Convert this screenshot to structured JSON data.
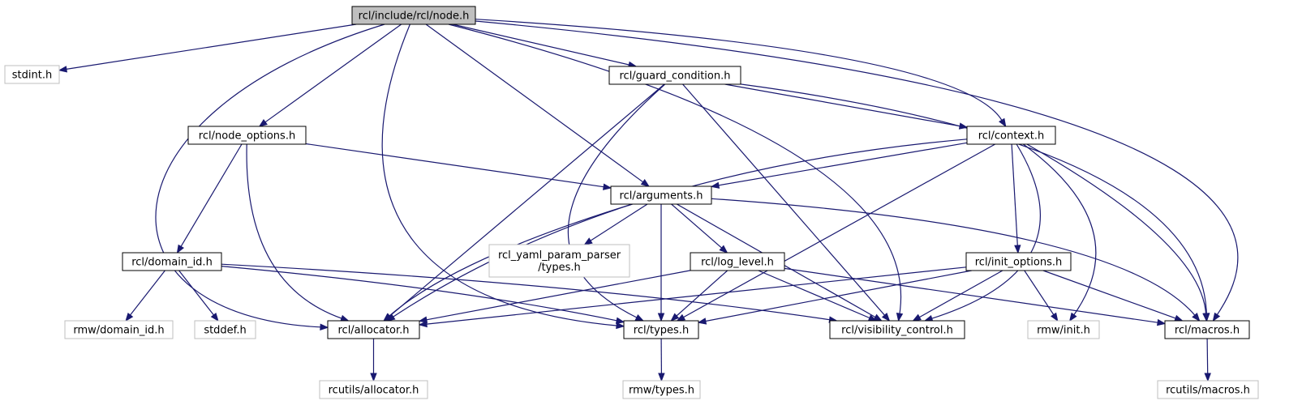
{
  "diagram": {
    "type": "include-dependency-graph",
    "colors": {
      "edge": "#191970",
      "focus_fill": "#bfbfbf",
      "node_border": "#000000",
      "external_border": "#bfbfbf",
      "external_text": "#666666"
    },
    "nodes": {
      "node_h": {
        "label": [
          "rcl/include/rcl/node.h"
        ],
        "style": "focus"
      },
      "stdint": {
        "label": [
          "stdint.h"
        ],
        "style": "external"
      },
      "node_options": {
        "label": [
          "rcl/node_options.h"
        ],
        "style": "normal"
      },
      "guard_condition": {
        "label": [
          "rcl/guard_condition.h"
        ],
        "style": "normal"
      },
      "context": {
        "label": [
          "rcl/context.h"
        ],
        "style": "normal"
      },
      "arguments": {
        "label": [
          "rcl/arguments.h"
        ],
        "style": "normal"
      },
      "domain_id": {
        "label": [
          "rcl/domain_id.h"
        ],
        "style": "normal"
      },
      "yaml_types": {
        "label": [
          "rcl_yaml_param_parser",
          "/types.h"
        ],
        "style": "external"
      },
      "log_level": {
        "label": [
          "rcl/log_level.h"
        ],
        "style": "normal"
      },
      "init_options": {
        "label": [
          "rcl/init_options.h"
        ],
        "style": "normal"
      },
      "rmw_domain_id": {
        "label": [
          "rmw/domain_id.h"
        ],
        "style": "external"
      },
      "stddef": {
        "label": [
          "stddef.h"
        ],
        "style": "external"
      },
      "allocator": {
        "label": [
          "rcl/allocator.h"
        ],
        "style": "normal"
      },
      "types": {
        "label": [
          "rcl/types.h"
        ],
        "style": "normal"
      },
      "visibility": {
        "label": [
          "rcl/visibility_control.h"
        ],
        "style": "normal"
      },
      "rmw_init": {
        "label": [
          "rmw/init.h"
        ],
        "style": "external"
      },
      "macros": {
        "label": [
          "rcl/macros.h"
        ],
        "style": "normal"
      },
      "rcutils_allocator": {
        "label": [
          "rcutils/allocator.h"
        ],
        "style": "external"
      },
      "rmw_types": {
        "label": [
          "rmw/types.h"
        ],
        "style": "external"
      },
      "rcutils_macros": {
        "label": [
          "rcutils/macros.h"
        ],
        "style": "external"
      }
    },
    "edges": [
      [
        "node_h",
        "stdint"
      ],
      [
        "node_h",
        "allocator"
      ],
      [
        "node_h",
        "node_options"
      ],
      [
        "node_h",
        "types"
      ],
      [
        "node_h",
        "arguments"
      ],
      [
        "node_h",
        "guard_condition"
      ],
      [
        "node_h",
        "visibility"
      ],
      [
        "node_h",
        "context"
      ],
      [
        "node_h",
        "macros"
      ],
      [
        "guard_condition",
        "allocator"
      ],
      [
        "guard_condition",
        "types"
      ],
      [
        "guard_condition",
        "visibility"
      ],
      [
        "guard_condition",
        "context"
      ],
      [
        "guard_condition",
        "macros"
      ],
      [
        "node_options",
        "domain_id"
      ],
      [
        "node_options",
        "allocator"
      ],
      [
        "node_options",
        "arguments"
      ],
      [
        "context",
        "allocator"
      ],
      [
        "context",
        "arguments"
      ],
      [
        "context",
        "types"
      ],
      [
        "context",
        "init_options"
      ],
      [
        "context",
        "visibility"
      ],
      [
        "context",
        "rmw_init"
      ],
      [
        "context",
        "macros"
      ],
      [
        "arguments",
        "allocator"
      ],
      [
        "arguments",
        "yaml_types"
      ],
      [
        "arguments",
        "types"
      ],
      [
        "arguments",
        "log_level"
      ],
      [
        "arguments",
        "visibility"
      ],
      [
        "arguments",
        "macros"
      ],
      [
        "domain_id",
        "rmw_domain_id"
      ],
      [
        "domain_id",
        "stddef"
      ],
      [
        "domain_id",
        "types"
      ],
      [
        "domain_id",
        "visibility"
      ],
      [
        "log_level",
        "allocator"
      ],
      [
        "log_level",
        "types"
      ],
      [
        "log_level",
        "visibility"
      ],
      [
        "log_level",
        "macros"
      ],
      [
        "init_options",
        "allocator"
      ],
      [
        "init_options",
        "types"
      ],
      [
        "init_options",
        "visibility"
      ],
      [
        "init_options",
        "rmw_init"
      ],
      [
        "init_options",
        "macros"
      ],
      [
        "allocator",
        "rcutils_allocator"
      ],
      [
        "types",
        "rmw_types"
      ],
      [
        "macros",
        "rcutils_macros"
      ]
    ]
  }
}
